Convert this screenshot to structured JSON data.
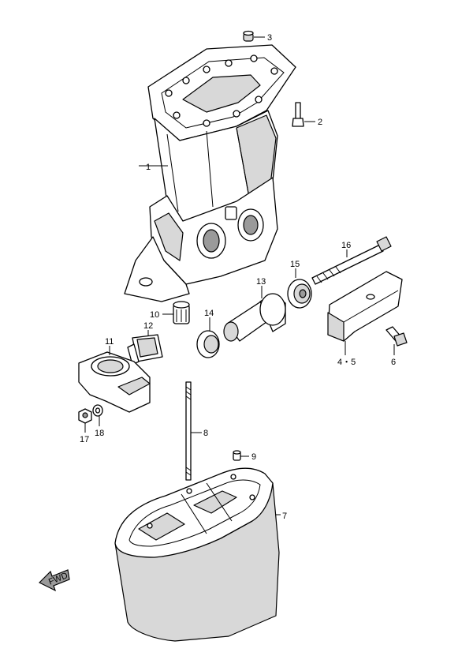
{
  "callouts": {
    "c1": "1",
    "c2": "2",
    "c3": "3",
    "c45": "4・5",
    "c6": "6",
    "c7": "7",
    "c8": "8",
    "c9": "9",
    "c10": "10",
    "c11": "11",
    "c12": "12",
    "c13": "13",
    "c14": "14",
    "c15": "15",
    "c16": "16",
    "c17": "17",
    "c18": "18"
  },
  "fwd_mark": "FWD"
}
